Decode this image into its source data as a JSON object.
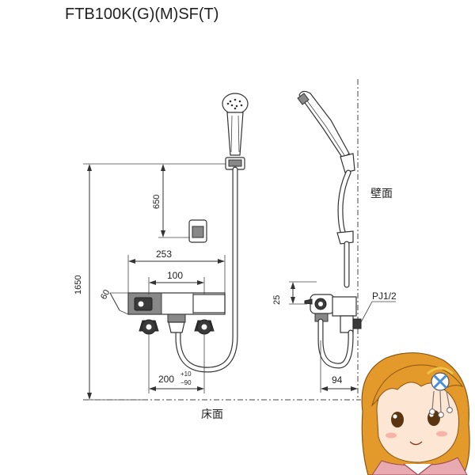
{
  "title": "FTB100K(G)(M)SF(T)",
  "dimensions": {
    "total_height": "1650",
    "hook_drop": "650",
    "overall_width": "253",
    "pitch": "100",
    "depth": "60",
    "spout_height": "25",
    "inlet_spacing": "200",
    "tolerance_plus": "+10",
    "tolerance_minus": "−90",
    "projection": "94"
  },
  "labels": {
    "wall": "壁面",
    "floor": "床面",
    "thread": "PJ1/2"
  },
  "icons": {
    "mascot": "mascot-girl-icon"
  },
  "colors": {
    "line": "#333333",
    "mascot_hair": "#e39a2a",
    "mascot_kimono": "#e9a9b0"
  }
}
